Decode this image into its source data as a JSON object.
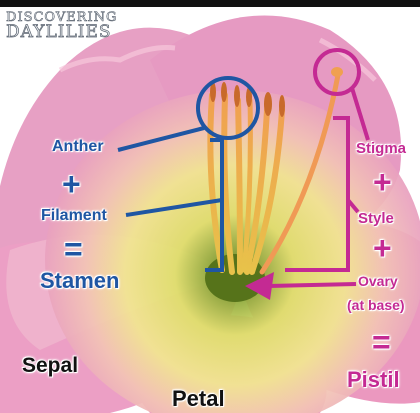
{
  "logo": {
    "line1": "ISCOVERING",
    "line2": "AYLILIES",
    "initial1": "D",
    "initial2": "D"
  },
  "stamen_group": {
    "anther": "Anther",
    "plus1": "+",
    "filament": "Filament",
    "equals": "=",
    "stamen": "Stamen"
  },
  "pistil_group": {
    "stigma": "Stigma",
    "plus1": "+",
    "style": "Style",
    "plus2": "+",
    "ovary": "Ovary",
    "ovary_note": "(at base)",
    "equals": "=",
    "pistil": "Pistil"
  },
  "other_labels": {
    "sepal": "Sepal",
    "petal": "Petal"
  },
  "colors": {
    "stamen_blue": "#1f56a3",
    "pistil_magenta": "#c42a93",
    "petal_pink": "#e59ac0",
    "throat_yellow": "#e9e070",
    "center_green": "#7d9a2c"
  }
}
